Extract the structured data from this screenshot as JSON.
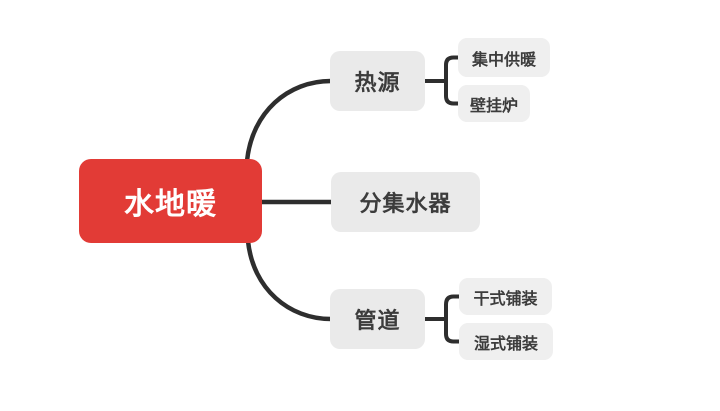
{
  "mindmap": {
    "root": {
      "label": "水地暖"
    },
    "branches": [
      {
        "label": "热源",
        "children": [
          {
            "label": "集中供暖"
          },
          {
            "label": "壁挂炉"
          }
        ]
      },
      {
        "label": "分集水器",
        "children": []
      },
      {
        "label": "管道",
        "children": [
          {
            "label": "干式铺装"
          },
          {
            "label": "湿式铺装"
          }
        ]
      }
    ],
    "colors": {
      "root_bg": "#E23B36",
      "root_text": "#FFFFFF",
      "branch_bg": "#EAEAEA",
      "child_bg": "#EFEFEF",
      "node_text": "#3C3C3C",
      "connector": "#2E2E2E",
      "background": "#FFFFFF"
    }
  }
}
